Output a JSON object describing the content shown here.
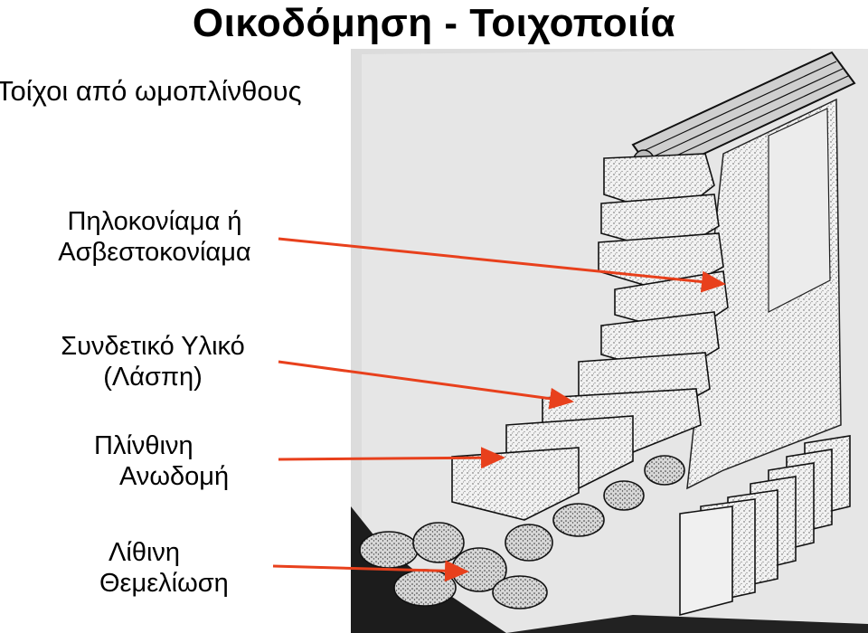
{
  "title": "Οικοδόμηση - Τοιχοποιία",
  "subtitle": "Τοίχοι από ωμοπλίνθους",
  "labels": {
    "plaster": {
      "line1": "Πηλοκονίαμα ή",
      "line2": "Ασβεστοκονίαμα"
    },
    "mortar": {
      "line1": "Συνδετικό Υλικό",
      "line2": "(Λάσπη)"
    },
    "brick": {
      "line1": "Πλίνθινη",
      "line2": "Ανωδομή"
    },
    "foundation": {
      "line1": "Λίθινη",
      "line2": "Θεμελίωση"
    }
  },
  "colors": {
    "arrow": "#e8401c",
    "plate_bg": "#dcdcdc",
    "ink": "#1a1a1a"
  }
}
